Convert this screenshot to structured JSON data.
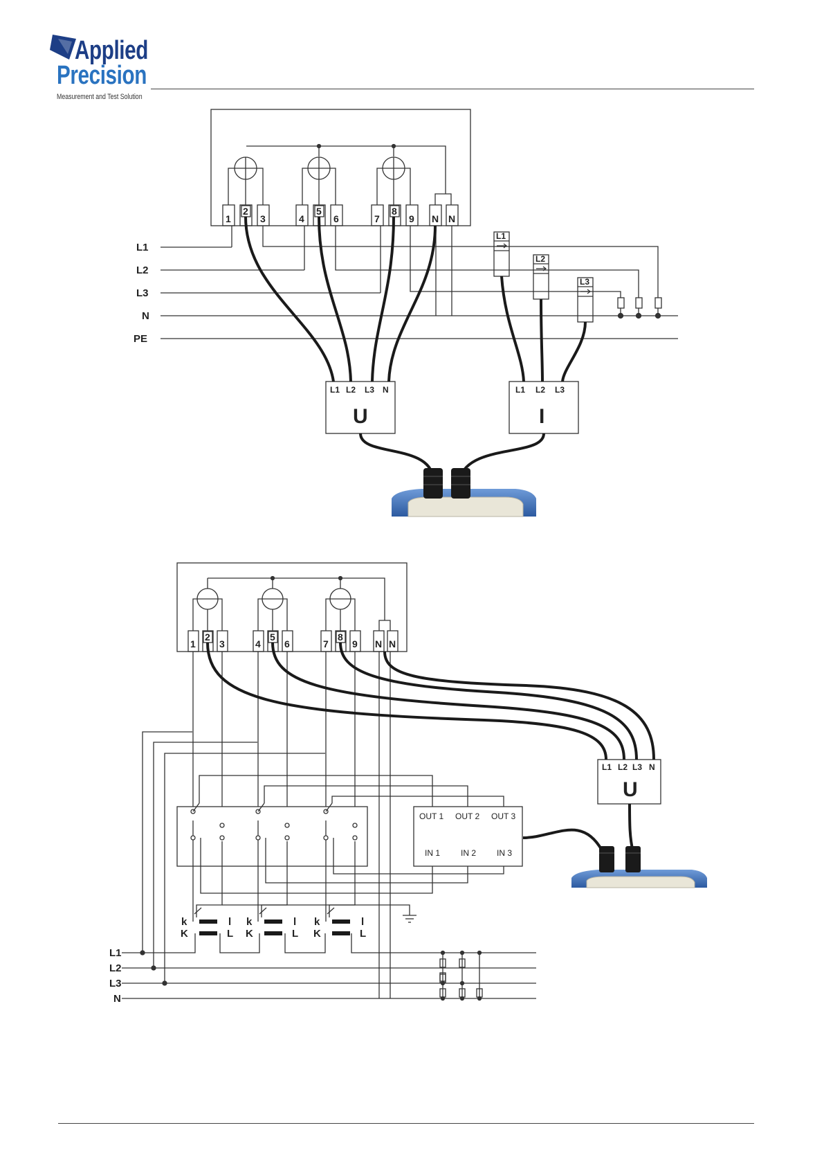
{
  "header": {
    "brand_line1": "Applied",
    "brand_line2": "Precision",
    "tagline": "Measurement and Test Solution"
  },
  "diagram1": {
    "meter_terminals": [
      "1",
      "2",
      "3",
      "4",
      "5",
      "6",
      "7",
      "8",
      "9",
      "N",
      "N"
    ],
    "supply_lines": [
      "L1",
      "L2",
      "L3",
      "N",
      "PE"
    ],
    "clamps": [
      "L1",
      "L2",
      "L3"
    ],
    "u_box": {
      "inputs": [
        "L1",
        "L2",
        "L3",
        "N"
      ],
      "label": "U"
    },
    "i_box": {
      "inputs": [
        "L1",
        "L2",
        "L3"
      ],
      "label": "I"
    }
  },
  "diagram2": {
    "meter_terminals": [
      "1",
      "2",
      "3",
      "4",
      "5",
      "6",
      "7",
      "8",
      "9",
      "N",
      "N"
    ],
    "u_box": {
      "inputs": [
        "L1",
        "L2",
        "L3",
        "N"
      ],
      "label": "U"
    },
    "switch_outputs": [
      "OUT 1",
      "OUT 2",
      "OUT 3"
    ],
    "switch_inputs": [
      "IN 1",
      "IN 2",
      "IN 3"
    ],
    "ct_secondary": [
      "k",
      "l"
    ],
    "ct_primary": [
      "K",
      "L"
    ],
    "supply_lines": [
      "L1",
      "L2",
      "L3",
      "N"
    ]
  },
  "colors": {
    "brand_dark": "#1d3e86",
    "brand_light": "#2a73c0",
    "device_blue": "#2c5aa0",
    "device_body": "#e9e6d8"
  }
}
